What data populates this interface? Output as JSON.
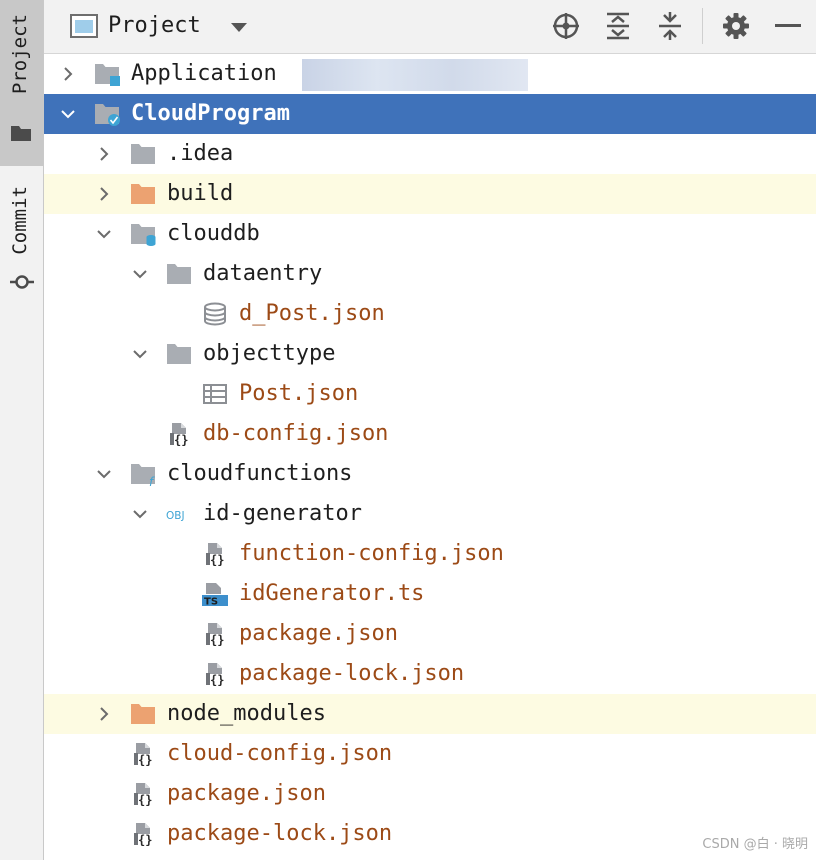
{
  "sidebar": {
    "tabs": [
      {
        "label": "Project",
        "active": true
      },
      {
        "label": "Commit",
        "active": false
      }
    ]
  },
  "toolbar": {
    "view_label": "Project",
    "icons": [
      "locate-icon",
      "expand-all-icon",
      "collapse-all-icon",
      "gear-icon",
      "minimize-icon"
    ]
  },
  "tree": [
    {
      "label": "Application",
      "depth": 0,
      "chevron": "right",
      "icon": "module-folder",
      "style": "dark",
      "redacted": true
    },
    {
      "label": "CloudProgram",
      "depth": 0,
      "chevron": "down",
      "icon": "project-folder",
      "style": "selected"
    },
    {
      "label": ".idea",
      "depth": 1,
      "chevron": "right",
      "icon": "folder",
      "style": "dark"
    },
    {
      "label": "build",
      "depth": 1,
      "chevron": "right",
      "icon": "folder-excluded",
      "style": "dark",
      "highlight": true
    },
    {
      "label": "clouddb",
      "depth": 1,
      "chevron": "down",
      "icon": "folder-db",
      "style": "dark"
    },
    {
      "label": "dataentry",
      "depth": 2,
      "chevron": "down",
      "icon": "folder",
      "style": "dark"
    },
    {
      "label": "d_Post.json",
      "depth": 3,
      "chevron": "none",
      "icon": "database",
      "style": "modified"
    },
    {
      "label": "objecttype",
      "depth": 2,
      "chevron": "down",
      "icon": "folder",
      "style": "dark"
    },
    {
      "label": "Post.json",
      "depth": 3,
      "chevron": "none",
      "icon": "table",
      "style": "modified"
    },
    {
      "label": "db-config.json",
      "depth": 2,
      "chevron": "none",
      "icon": "json-file",
      "style": "modified"
    },
    {
      "label": "cloudfunctions",
      "depth": 1,
      "chevron": "down",
      "icon": "folder-function",
      "style": "dark"
    },
    {
      "label": "id-generator",
      "depth": 2,
      "chevron": "down",
      "icon": "obj",
      "style": "dark"
    },
    {
      "label": "function-config.json",
      "depth": 3,
      "chevron": "none",
      "icon": "json-file",
      "style": "modified"
    },
    {
      "label": "idGenerator.ts",
      "depth": 3,
      "chevron": "none",
      "icon": "ts-file",
      "style": "modified"
    },
    {
      "label": "package.json",
      "depth": 3,
      "chevron": "none",
      "icon": "json-file",
      "style": "modified"
    },
    {
      "label": "package-lock.json",
      "depth": 3,
      "chevron": "none",
      "icon": "json-file",
      "style": "modified"
    },
    {
      "label": "node_modules",
      "depth": 1,
      "chevron": "right",
      "icon": "folder-excluded",
      "style": "dark",
      "highlight": true
    },
    {
      "label": "cloud-config.json",
      "depth": 1,
      "chevron": "none",
      "icon": "json-file",
      "style": "modified"
    },
    {
      "label": "package.json",
      "depth": 1,
      "chevron": "none",
      "icon": "json-file",
      "style": "modified"
    },
    {
      "label": "package-lock.json",
      "depth": 1,
      "chevron": "none",
      "icon": "json-file",
      "style": "modified"
    }
  ],
  "icon_text": {
    "obj": "OBJ",
    "ts": "TS"
  },
  "watermark": "CSDN @白 · 晓明",
  "colors": {
    "selection": "#3f72ba",
    "highlight": "#fdfbe2",
    "modified_text": "#9c4a16",
    "folder": "#a9adb3",
    "excluded_folder": "#eca271",
    "ts_badge": "#3d8fcc",
    "accent_blue": "#3ea4d4"
  }
}
